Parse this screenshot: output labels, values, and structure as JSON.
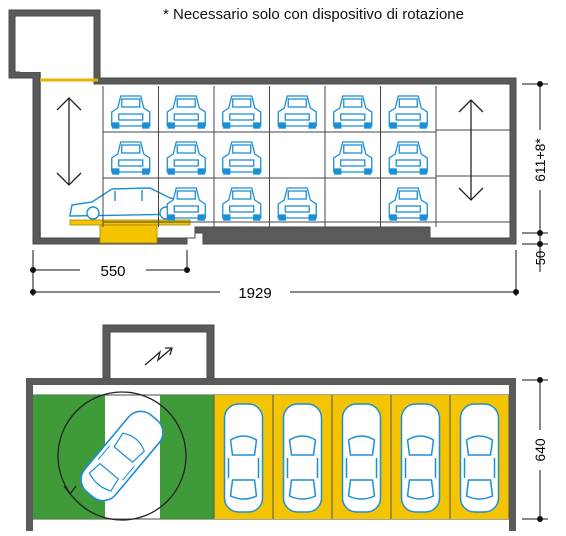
{
  "footnote": "* Necessario solo con dispositivo di rotazione",
  "dimensions": {
    "left_width": "550",
    "total_width": "1929",
    "height_section": "611+8*",
    "pit_depth": "50",
    "plan_width": "640"
  },
  "colors": {
    "wall": "#4a4a4a",
    "car_line": "#1b8fd6",
    "car_fill": "#ffffff",
    "platform": "#f5c400",
    "turntable_field": "#3f9b3a",
    "grid": "#444444",
    "dimension": "#111111"
  },
  "icons": {
    "lift": "vertical-double-arrow-icon",
    "shift": "vertical-double-arrow-icon",
    "entry": "lightning-arrow-icon",
    "rotation": "rotation-circle-icon"
  },
  "section_grid": {
    "rows": 3,
    "columns": 6,
    "occupied": [
      [
        true,
        true,
        true,
        true,
        true,
        true
      ],
      [
        true,
        true,
        true,
        false,
        true,
        true
      ],
      [
        false,
        true,
        true,
        true,
        false,
        true
      ]
    ]
  },
  "plan": {
    "parked_cars": 5
  }
}
